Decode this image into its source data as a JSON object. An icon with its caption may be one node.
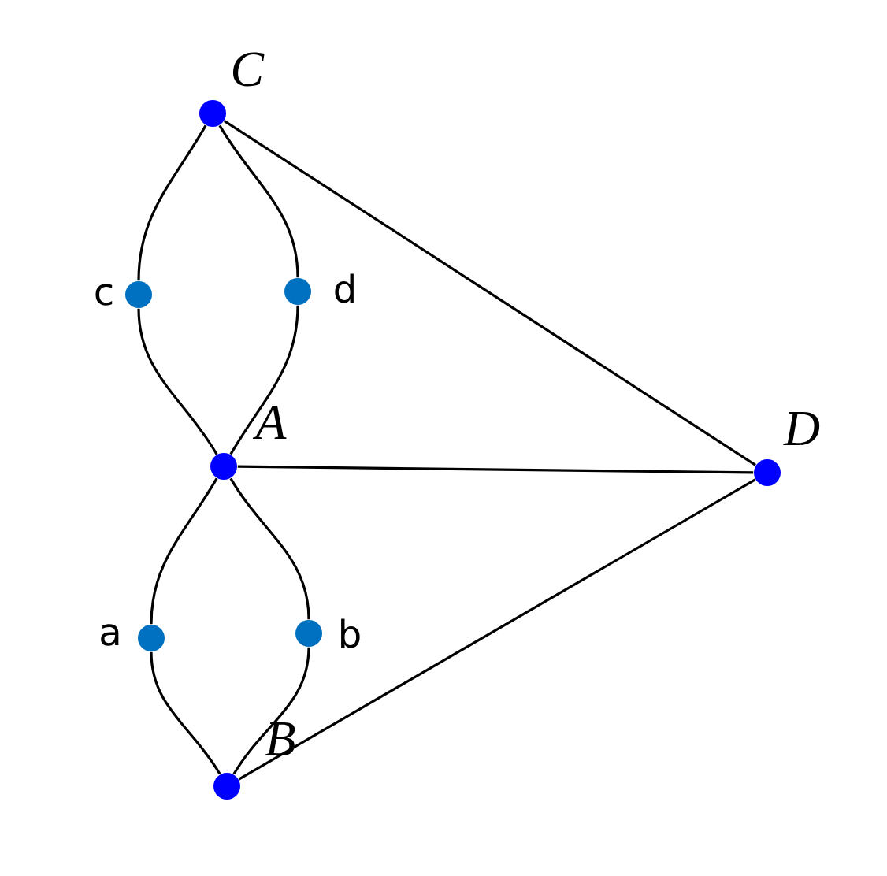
{
  "diagram": {
    "nodes": [
      {
        "text": [
          "*C*"
        ]
      },
      {
        "text": [
          "c"
        ]
      },
      {
        "text": [
          "d"
        ]
      },
      {
        "text": [
          "*A*"
        ]
      },
      {
        "text": [
          "*D*"
        ]
      },
      {
        "text": [
          "a"
        ]
      },
      {
        "text": [
          "b"
        ]
      },
      {
        "text": [
          "*B*"
        ]
      }
    ],
    "edges": [
      {
        "from": 0,
        "to": 1,
        "arrow": "none"
      },
      {
        "from": 1,
        "to": 3,
        "arrow": "none"
      },
      {
        "from": 0,
        "to": 2,
        "arrow": "none"
      },
      {
        "from": 2,
        "to": 3,
        "arrow": "none"
      },
      {
        "from": 3,
        "to": 5,
        "arrow": "none"
      },
      {
        "from": 5,
        "to": 7,
        "arrow": "none"
      },
      {
        "from": 3,
        "to": 6,
        "arrow": "none"
      },
      {
        "from": 6,
        "to": 7,
        "arrow": "none"
      },
      {
        "from": 0,
        "to": 4,
        "arrow": "none"
      },
      {
        "from": 3,
        "to": 4,
        "arrow": "none"
      },
      {
        "from": 7,
        "to": 4,
        "arrow": "none"
      }
    ]
  }
}
